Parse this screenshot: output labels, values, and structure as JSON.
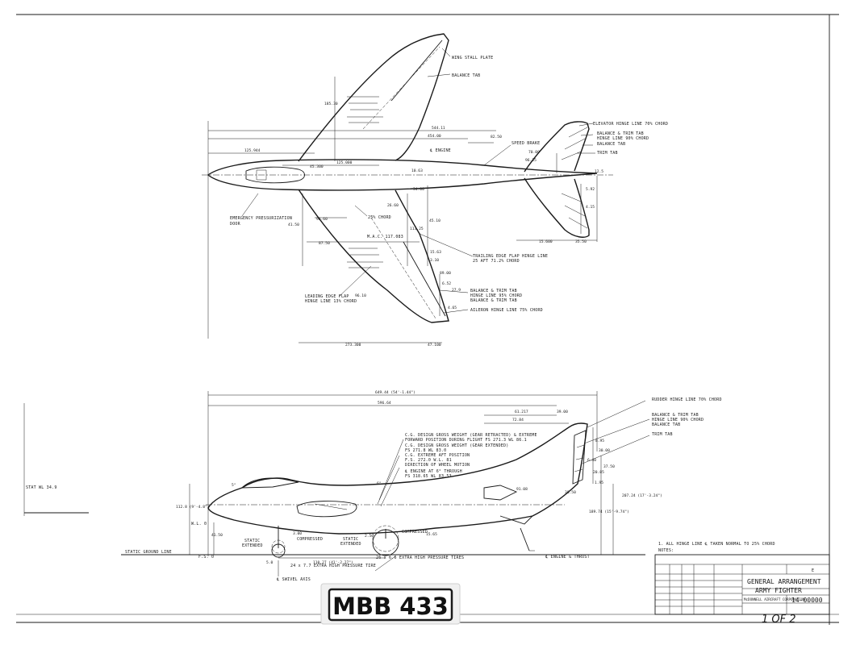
{
  "top_view": {
    "labels": {
      "wing_stall_plate": "WING STALL PLATE",
      "balance_tab": "BALANCE TAB",
      "elevator_hinge": "ELEVATOR HINGE LINE 70% CHORD",
      "balance_trim_tab_1": "BALANCE & TRIM TAB",
      "hinge_line_90": "HINGE LINE 90% CHORD",
      "balance_tab_2": "BALANCE TAB",
      "trim_tab": "TRIM TAB",
      "speed_brake": "SPEED BRAKE",
      "c_engine": "℄ ENGINE",
      "emergency_pressurization": "EMERGENCY PRESSURIZATION",
      "door": "DOOR",
      "chord_25": "25% CHORD",
      "mac": "M.A.C. 117.083",
      "trailing_edge_flap": "TRAILING EDGE FLAP HINGE LINE",
      "trailing_edge_flap_2": "25 AFT 71.2% CHORD",
      "leading_edge_flap": "LEADING EDGE FLAP",
      "leading_edge_flap_2": "HINGE LINE 13% CHORD",
      "balance_trim_tab_3": "BALANCE & TRIM TAB",
      "hinge_line_95": "HINGE LINE 95% CHORD",
      "balance_trim_tab_4": "BALANCE & TRIM TAB",
      "aileron_hinge": "AILERON HINGE LINE 75% CHORD"
    },
    "dims": {
      "d1": "185.30",
      "d2": "544.11",
      "d3": "454.00",
      "d4": "82.50",
      "d5": "125.944",
      "d6": "45.300",
      "d7": "125.000",
      "d8": "10.63",
      "d9": "70.00",
      "d10": "96.35",
      "d11": "12.5",
      "d12": "34.00",
      "d13": "26.60",
      "d14": "41.50",
      "d15": "96.60",
      "d16": "87.50",
      "d17": "113.25",
      "d18": "45.10",
      "d19": "15.63",
      "d20": "3.10",
      "d21": "89.00",
      "d22": "6.52",
      "d23": "27.9",
      "d24": "4.65",
      "d25": "273.300",
      "d26": "47.100",
      "d27": "96.10",
      "d28": "15.600",
      "d29": "35.50",
      "d30": "5.92",
      "d31": "4.15"
    }
  },
  "side_view": {
    "labels": {
      "rudder_hinge": "RUDDER HINGE LINE 70% CHORD",
      "balance_trim_tab_5": "BALANCE & TRIM TAB",
      "hinge_line_90b": "HINGE LINE 90% CHORD",
      "balance_tab_3": "BALANCE TAB",
      "trim_tab_2": "TRIM TAB",
      "cg_design_1": "C.G. DESIGN GROSS WEIGHT (GEAR RETRACTED) & EXTREME",
      "cg_design_2": "FORWARD POSITION DURING FLIGHT FS 271.3 WL 86.1",
      "cg_design_3": "C.G. DESIGN GROSS WEIGHT (GEAR EXTENDED)",
      "cg_design_4": "FS 271.8 WL 83.0",
      "cg_extreme": "C.G. EXTREME AFT POSITION",
      "cg_extreme_2": "F.S. 272.0 W.L. 81",
      "wheel_motion": "DIRECTION OF WHEEL MOTION",
      "engine_line_1": "℄ ENGINE AT 6° THROUGH",
      "engine_line_2": "FS 318.65 WL 83.53",
      "static_ground": "STATIC GROUND LINE",
      "fs0": "F.S. 0",
      "wl_label": "W.L. 0",
      "static_ext_1": "STATIC",
      "static_ext_2": "EXTENDED",
      "compressed": "COMPRESSED",
      "static_ext_3": "STATIC",
      "static_ext_4": "EXTENDED",
      "compressed_2": "COMPRESSED",
      "tires_main": "26 x 6.6 EXTRA HIGH PRESSURE TIRES",
      "tires_nose": "24 x 7.7 EXTRA HIGH PRESSURE TIRE",
      "swivel_axis": "℄ SWIVEL AXIS",
      "c_thrust": "℄ ENGINE & THRUST",
      "notes_1": "1. ALL HINGE LINE ℄ TAKEN NORMAL TO 25% CHORD",
      "notes_title": "NOTES:",
      "left_label": "STAT WL 34.9"
    },
    "dims": {
      "overall_1": "649.44 (54'-1.44\")",
      "overall_2": "596.64",
      "s1": "61.217",
      "s2": "39.00",
      "s3": "72.84",
      "s4": "8.95",
      "s5": "6.40",
      "s6": "30.00",
      "s7": "37.50",
      "s8": "20.85",
      "s9": "1.95",
      "s10": "91.08",
      "s11": "38.50",
      "s12": "207.24 (17'-3.24\")",
      "s13": "189.74 (15'-9.74\")",
      "s14": "112.8 (9'-4.8\")",
      "s15": "41.50",
      "s16": "3.00",
      "s17": "2.50",
      "s18": "110.27 (41'-2.27\")",
      "s19": "5.0",
      "s20": "15.65",
      "s21": "5°",
      "s22": "6°"
    }
  },
  "title_block": {
    "title_line_1": "GENERAL ARRANGEMENT",
    "title_line_2": "ARMY FIGHTER",
    "company": "McDONNELL AIRCRAFT CORPORATION",
    "dwg_number": "14-00000",
    "size": "E",
    "sheet": "1 OF 2"
  },
  "stamp": {
    "text": "MBB 433"
  }
}
